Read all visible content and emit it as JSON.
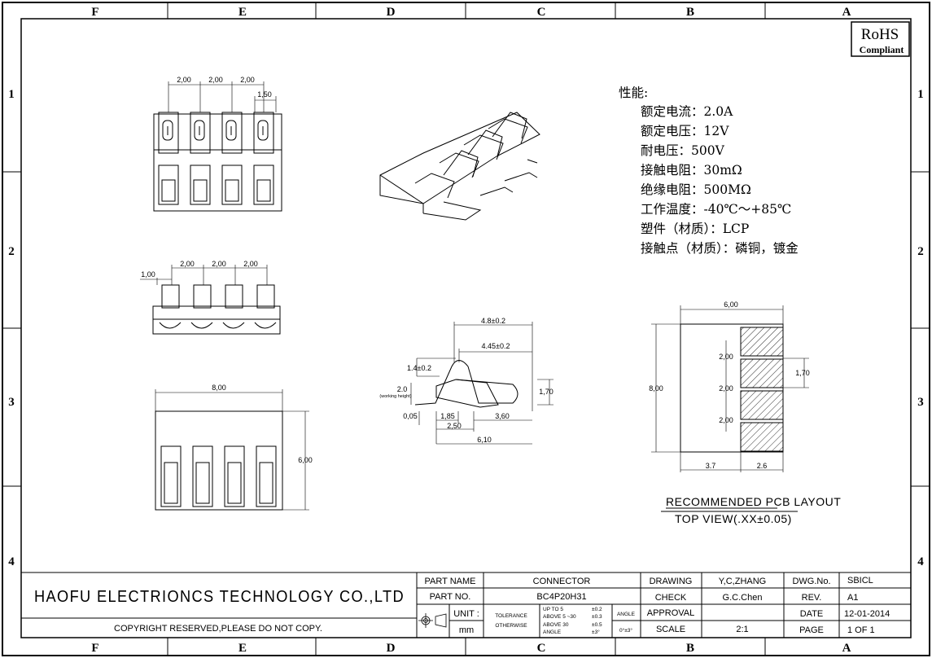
{
  "border": {
    "columns": [
      "F",
      "E",
      "D",
      "C",
      "B",
      "A"
    ],
    "rows": [
      "1",
      "2",
      "3",
      "4"
    ]
  },
  "rohs": {
    "main": "RoHS",
    "sub": "Compliant"
  },
  "specs": {
    "heading": "性能:",
    "lines": [
      "额定电流：2.0A",
      "额定电压：12V",
      "耐电压：500V",
      "接触电阻：30mΩ",
      "绝缘电阻：500MΩ",
      "工作温度：-40℃～+85℃",
      "塑件（材质）：LCP",
      "接触点（材质）：磷铜，镀金"
    ]
  },
  "top_view": {
    "pitch": "2,00",
    "tab_width": "1,50"
  },
  "side_view": {
    "offset": "1,00",
    "pitch": "2,00"
  },
  "front_view": {
    "width": "8,00",
    "height": "6,00"
  },
  "contact": {
    "d48": "4.8±0.2",
    "d445": "4.45±0.2",
    "d14": "1.4±0.2",
    "d20": "2.0",
    "working_height": "(working height)",
    "d170": "1,70",
    "d005": "0,05",
    "d185": "1,85",
    "d250": "2,50",
    "d360": "3,60",
    "d610": "6,10"
  },
  "pcb": {
    "width": "6,00",
    "height": "8,00",
    "pitch": "2,00",
    "pad_gap": "1,70",
    "left": "3.7",
    "right": "2.6",
    "title": "RECOMMENDED PCB LAYOUT",
    "subtitle": "TOP VIEW(.XX±0.05)"
  },
  "title_block": {
    "company": "HAOFU ELECTRIONCS TECHNOLOGY CO.,LTD",
    "copyright": "COPYRIGHT RESERVED,PLEASE DO NOT COPY.",
    "part_name_label": "PART NAME",
    "part_name": "CONNECTOR",
    "part_no_label": "PART NO.",
    "part_no": "BC4P20H31",
    "unit_label": "UNIT :",
    "unit": "mm",
    "tolerance_label1": "TOLERANCE",
    "tolerance_label2": "OTHERWISE",
    "tol_rows": [
      {
        "range": "UP TO 5",
        "value": "±0.2"
      },
      {
        "range": "ABOVE 5 ~30",
        "value": "±0.3"
      },
      {
        "range": "ABOVE 30",
        "value": "±0.5"
      },
      {
        "range": "ANGLE",
        "value": "±3°"
      }
    ],
    "angle_label": "ANGLE",
    "angle_value": "0°±3°",
    "drawing_label": "DRAWING",
    "drawing": "Y,C,ZHANG",
    "check_label": "CHECK",
    "check": "G.C.Chen",
    "approval_label": "APPROVAL",
    "scale_label": "SCALE",
    "scale": "2:1",
    "dwg_label": "DWG.No.",
    "dwg": "SBICL",
    "rev_label": "REV.",
    "rev": "A1",
    "date_label": "DATE",
    "date": "12-01-2014",
    "page_label": "PAGE",
    "page": "1 OF 1"
  }
}
